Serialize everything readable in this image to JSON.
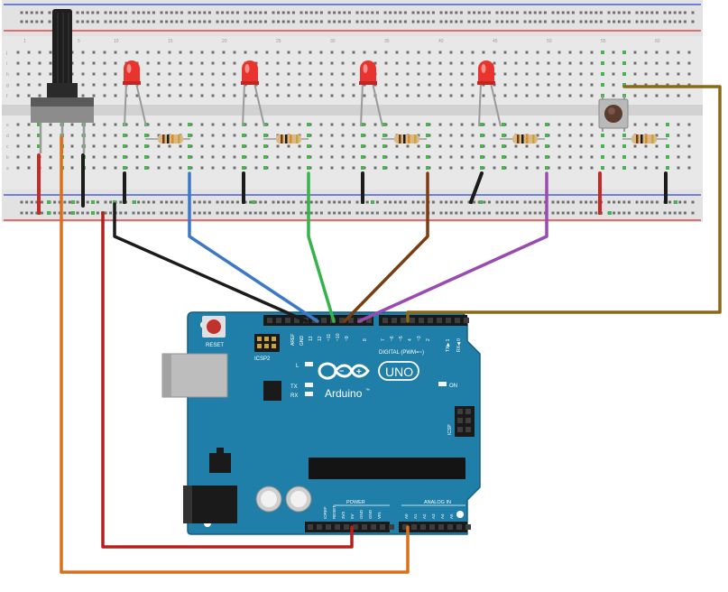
{
  "board": {
    "brand_text": "Arduino",
    "trademark": "™",
    "model": "UNO",
    "labels": {
      "reset": "RESET",
      "icsp2": "ICSP2",
      "icsp": "ICSP",
      "on": "ON",
      "l": "L",
      "tx": "TX",
      "rx": "RX",
      "digital": "DIGITAL (PWM=~)",
      "aref": "AREF",
      "gnd": "GND",
      "txo": "TX▶ 1",
      "rxi": "RX◀ 0",
      "power": "POWER",
      "analog_in": "ANALOG IN",
      "ioref": "IOREF",
      "reset_pin": "RESET",
      "v33": "3V3",
      "v5": "5V",
      "gnd1": "GND",
      "gnd2": "GND",
      "vin": "VIN"
    },
    "digital_pins": [
      "13",
      "12",
      "~11",
      "~10",
      "~9",
      "8",
      "7",
      "~6",
      "~5",
      "4",
      "~3",
      "2"
    ],
    "analog_pins": [
      "A0",
      "A1",
      "A2",
      "A3",
      "A4",
      "A5"
    ]
  },
  "breadboard": {
    "column_numbers": [
      "1",
      "5",
      "10",
      "15",
      "20",
      "25",
      "30",
      "35",
      "40",
      "45",
      "50",
      "55",
      "60"
    ],
    "row_letters": [
      "j",
      "i",
      "h",
      "g",
      "f",
      "e",
      "d",
      "c",
      "b",
      "a"
    ]
  },
  "colors": {
    "board": "#1f7fa8",
    "board_dark": "#135a78",
    "breadboard": "#e6e6e6",
    "rail_red": "#d94b4b",
    "rail_blue": "#4a5fd1",
    "led": "#e8332f",
    "hole_active": "#4caf50"
  },
  "wires": [
    {
      "name": "5v-wire",
      "color": "#b5201d"
    },
    {
      "name": "a0-wire",
      "color": "#d9701c"
    },
    {
      "name": "gnd-wire",
      "color": "#1b1b1b"
    },
    {
      "name": "led1-wire",
      "color": "#3a78c9"
    },
    {
      "name": "led2-wire",
      "color": "#36b34a"
    },
    {
      "name": "led3-wire",
      "color": "#7a3d10"
    },
    {
      "name": "led4-wire",
      "color": "#9a4bb0"
    },
    {
      "name": "button-wire",
      "color": "#8a6a1a"
    }
  ]
}
